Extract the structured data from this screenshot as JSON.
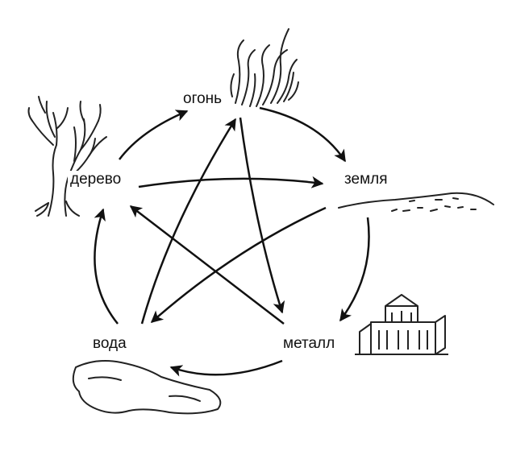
{
  "elements": {
    "fire": {
      "label": "огонь",
      "icon": "flame-icon"
    },
    "earth": {
      "label": "земля",
      "icon": "hill-icon"
    },
    "metal": {
      "label": "металл",
      "icon": "building-icon"
    },
    "water": {
      "label": "вода",
      "icon": "puddle-icon"
    },
    "wood": {
      "label": "дерево",
      "icon": "tree-icon"
    }
  },
  "cycles": {
    "generating": [
      {
        "from": "wood",
        "to": "fire"
      },
      {
        "from": "fire",
        "to": "earth"
      },
      {
        "from": "earth",
        "to": "metal"
      },
      {
        "from": "metal",
        "to": "water"
      },
      {
        "from": "water",
        "to": "wood"
      }
    ],
    "overcoming": [
      {
        "from": "wood",
        "to": "earth"
      },
      {
        "from": "earth",
        "to": "water"
      },
      {
        "from": "water",
        "to": "fire"
      },
      {
        "from": "fire",
        "to": "metal"
      },
      {
        "from": "metal",
        "to": "wood"
      }
    ]
  },
  "colors": {
    "ink": "#111111",
    "background": "#ffffff"
  }
}
